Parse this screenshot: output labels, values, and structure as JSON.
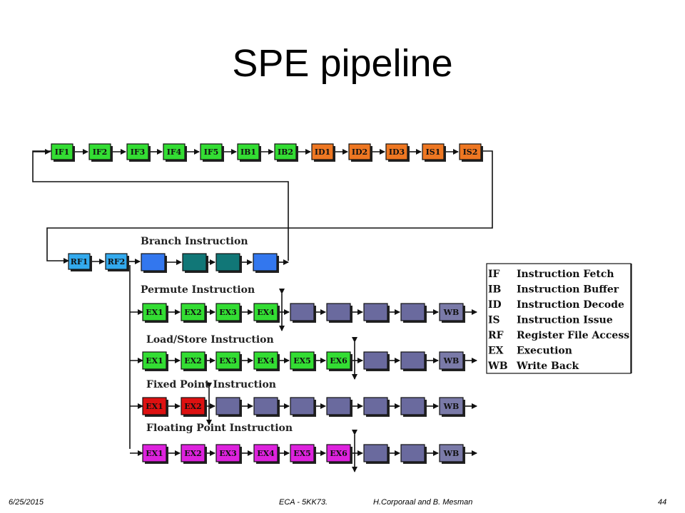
{
  "slide": {
    "title": "SPE pipeline",
    "footer": {
      "date": "6/25/2015",
      "course": "ECA - 5KK73.",
      "authors": "H.Corporaal and B. Mesman",
      "page": "44"
    }
  },
  "colors": {
    "fetch": "#33dd33",
    "decode": "#ee7722",
    "regfile": "#33aaee",
    "branch_blue": "#3377ee",
    "branch_teal": "#117777",
    "exec_green": "#33dd33",
    "exec_red": "#dd1111",
    "exec_magenta": "#dd22dd",
    "idle": "#6a6a9e",
    "wb": "#7a7aa8"
  },
  "pipeline": {
    "front_end": [
      "IF1",
      "IF2",
      "IF3",
      "IF4",
      "IF5",
      "IB1",
      "IB2",
      "ID1",
      "ID2",
      "ID3",
      "IS1",
      "IS2"
    ],
    "register_file": [
      "RF1",
      "RF2"
    ],
    "branch": {
      "title": "Branch Instruction",
      "stages": [
        "",
        "",
        "",
        ""
      ]
    },
    "permute": {
      "title": "Permute Instruction",
      "stages": [
        "EX1",
        "EX2",
        "EX3",
        "EX4",
        "",
        "",
        "",
        "",
        "WB"
      ]
    },
    "load_store": {
      "title": "Load/Store Instruction",
      "stages": [
        "EX1",
        "EX2",
        "EX3",
        "EX4",
        "EX5",
        "EX6",
        "",
        "",
        "WB"
      ]
    },
    "fixed_point": {
      "title": "Fixed Point Instruction",
      "stages": [
        "EX1",
        "EX2",
        "",
        "",
        "",
        "",
        "",
        "",
        "WB"
      ]
    },
    "floating_point": {
      "title": "Floating Point Instruction",
      "stages": [
        "EX1",
        "EX2",
        "EX3",
        "EX4",
        "EX5",
        "EX6",
        "",
        "",
        "WB"
      ]
    }
  },
  "legend": [
    {
      "abbr": "IF",
      "meaning": "Instruction Fetch"
    },
    {
      "abbr": "IB",
      "meaning": "Instruction Buffer"
    },
    {
      "abbr": "ID",
      "meaning": "Instruction Decode"
    },
    {
      "abbr": "IS",
      "meaning": "Instruction Issue"
    },
    {
      "abbr": "RF",
      "meaning": "Register File Access"
    },
    {
      "abbr": "EX",
      "meaning": "Execution"
    },
    {
      "abbr": "WB",
      "meaning": "Write Back"
    }
  ]
}
